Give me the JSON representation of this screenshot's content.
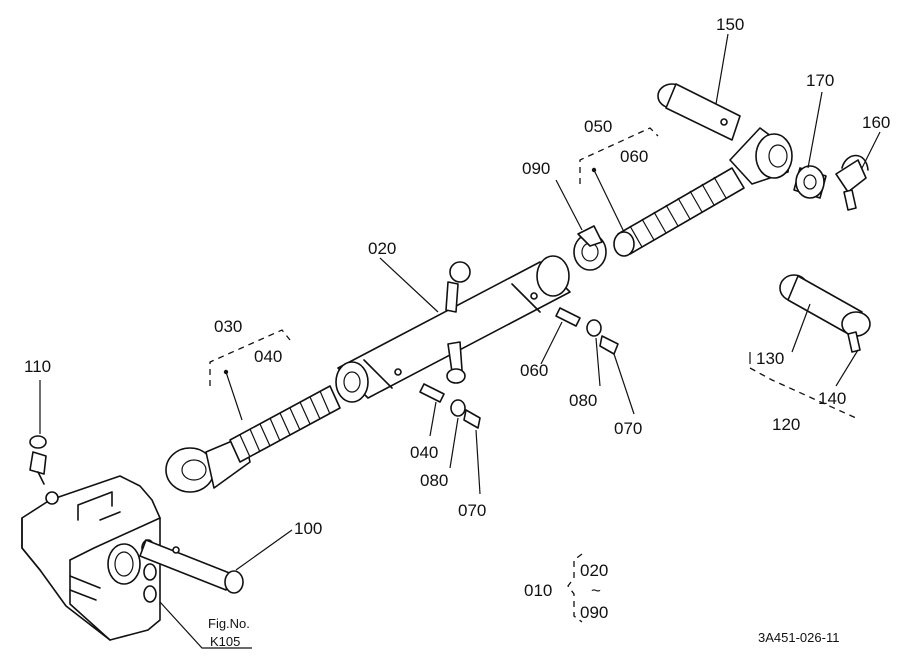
{
  "labels": {
    "p010": "010",
    "p020": "020",
    "p030": "030",
    "p040a": "040",
    "p040b": "040",
    "p050": "050",
    "p060a": "060",
    "p060b": "060",
    "p070a": "070",
    "p070b": "070",
    "p080a": "080",
    "p080b": "080",
    "p090a": "090",
    "p100": "100",
    "p110": "110",
    "p120": "120",
    "p130": "130",
    "p140": "140",
    "p150": "150",
    "p160": "160",
    "p170": "170"
  },
  "legend": {
    "from": "020",
    "tilde": "~",
    "to": "090"
  },
  "fig": {
    "label": "Fig.No.",
    "number": "K105"
  },
  "drawing_code": "3A451-026-11"
}
